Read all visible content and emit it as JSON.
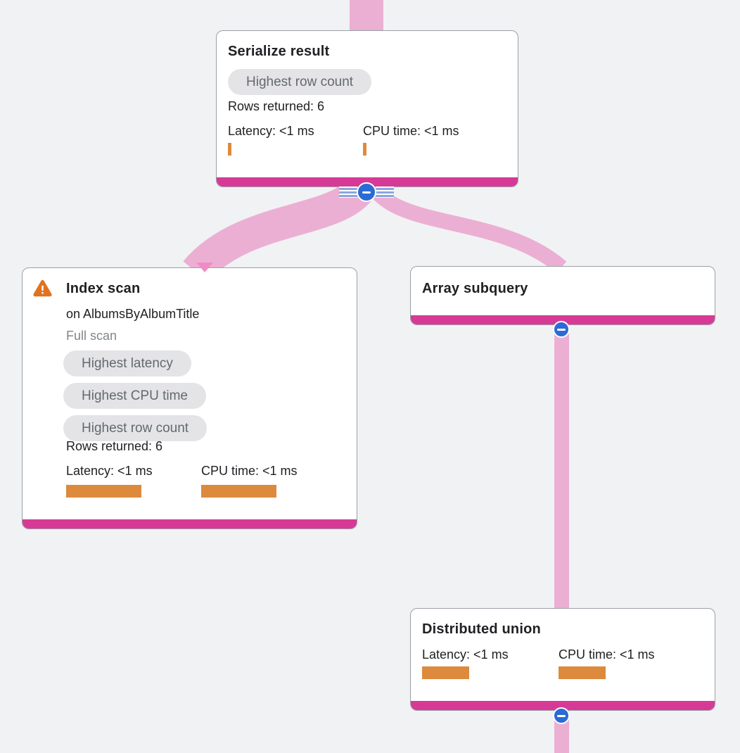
{
  "app": {
    "view": "Query execution plan graph"
  },
  "palette": {
    "background": "#f1f2f4",
    "edge_pink": "#ecafd4",
    "arrowhead_pink": "#ef8cc6",
    "node_accent_magenta": "#d63a96",
    "metric_bar_orange": "#dd8a3d",
    "collapse_button_blue": "#2b6bd5",
    "badge_background": "#e4e4e6",
    "badge_text": "#64696e",
    "warning_orange": "#e2721f",
    "card_border": "#9aa0a6"
  },
  "icons": {
    "warning": "warning-triangle-icon",
    "collapse": "minus-circle-icon",
    "row_flow": "row-flow-stripes"
  },
  "nodes": [
    {
      "title": "Serialize result",
      "badges": [
        "Highest row count"
      ],
      "rows_returned": "Rows returned: 6",
      "latency_label": "Latency: <1 ms",
      "cpu_label": "CPU time: <1 ms",
      "latency_bar_w": 5,
      "cpu_bar_w": 5
    },
    {
      "title": "Index scan",
      "subtitle": "on AlbumsByAlbumTitle",
      "scan_type": "Full scan",
      "badges": [
        "Highest latency",
        "Highest CPU time",
        "Highest row count"
      ],
      "rows_returned": "Rows returned: 6",
      "latency_label": "Latency: <1 ms",
      "cpu_label": "CPU time: <1 ms",
      "latency_bar_w": 107,
      "cpu_bar_w": 107
    },
    {
      "title": "Array subquery"
    },
    {
      "title": "Distributed union",
      "latency_label": "Latency: <1 ms",
      "cpu_label": "CPU time: <1 ms",
      "latency_bar_w": 67,
      "cpu_bar_w": 67
    }
  ]
}
